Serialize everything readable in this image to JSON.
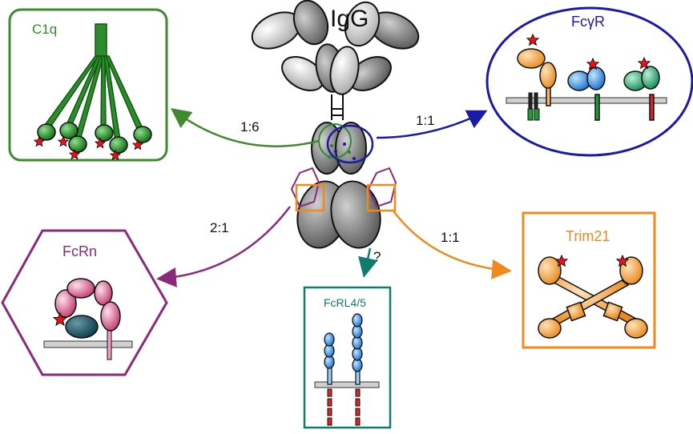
{
  "diagram": {
    "title": "IgG",
    "receptors": {
      "c1q": {
        "label": "C1q",
        "ratio": "1:6",
        "color": "#2e8b2e"
      },
      "fcgr": {
        "label": "FcγR",
        "ratio": "1:1",
        "color": "#1a1aa8"
      },
      "fcrn": {
        "label": "FcRn",
        "ratio": "2:1",
        "color": "#8b2a7a"
      },
      "trim21": {
        "label": "Trim21",
        "ratio": "1:1",
        "color": "#f08a1c"
      },
      "fcrl": {
        "label": "FcRL4/5",
        "ratio": "?",
        "color": "#127a6e"
      }
    }
  }
}
